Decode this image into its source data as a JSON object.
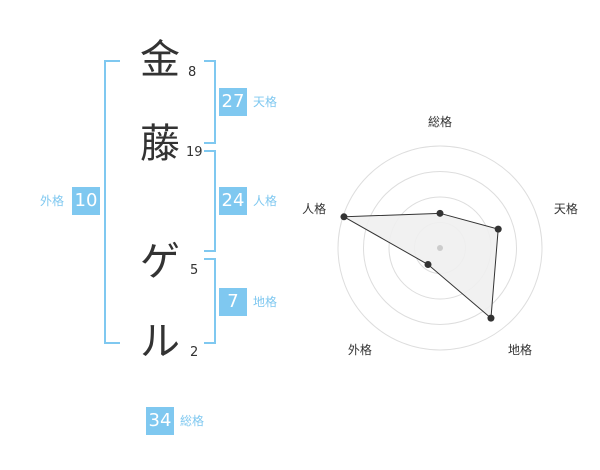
{
  "name": {
    "chars": [
      {
        "char": "金",
        "strokes": "8"
      },
      {
        "char": "藤",
        "strokes": "19"
      },
      {
        "char": "ゲ",
        "strokes": "5"
      },
      {
        "char": "ル",
        "strokes": "2"
      }
    ]
  },
  "fortunes": {
    "tenkaku": {
      "value": "27",
      "label": "天格"
    },
    "jinkaku": {
      "value": "24",
      "label": "人格"
    },
    "chikaku": {
      "value": "7",
      "label": "地格"
    },
    "gaikaku": {
      "value": "10",
      "label": "外格"
    },
    "soukaku": {
      "value": "34",
      "label": "総格"
    }
  },
  "chart_data": {
    "type": "radar",
    "axes": [
      "総格",
      "天格",
      "地格",
      "外格",
      "人格"
    ],
    "rings": 4,
    "values": [
      0.34,
      0.6,
      0.85,
      0.2,
      0.99
    ],
    "colors": {
      "fill": "#f0f0f0",
      "stroke": "#333333",
      "grid": "#dddddd",
      "point": "#333333",
      "center": "#cccccc"
    }
  },
  "colors": {
    "accent": "#7fc8f0",
    "text": "#333333"
  }
}
